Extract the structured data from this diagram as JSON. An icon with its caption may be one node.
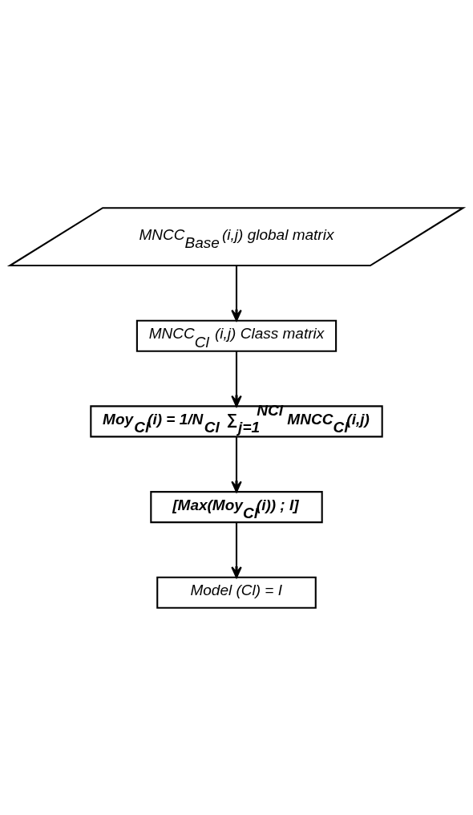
{
  "diagram": {
    "nodes": [
      {
        "text": [
          "MNCC$_{Base}$ (i,j) global matrix"
        ]
      },
      {
        "text": [
          "MNCC$_{Cl}$ (i,j) Class matrix"
        ]
      },
      {
        "text": [
          "Moy$_{Cl}$(i) = 1/N$_{Cl}$ ∑$_{j=1}$$^{NCl}$ MNCC$_{Cl}$(i,j)"
        ]
      },
      {
        "text": [
          "[Max(Moy$_{Cl}$(i)) ; I]"
        ]
      },
      {
        "text": [
          "Model (Cl) = I"
        ]
      }
    ],
    "edges": [
      {
        "from": 0,
        "to": 1,
        "arrow": "to"
      },
      {
        "from": 1,
        "to": 2,
        "arrow": "to"
      },
      {
        "from": 2,
        "to": 3,
        "arrow": "to"
      },
      {
        "from": 3,
        "to": 4,
        "arrow": "to"
      }
    ]
  }
}
